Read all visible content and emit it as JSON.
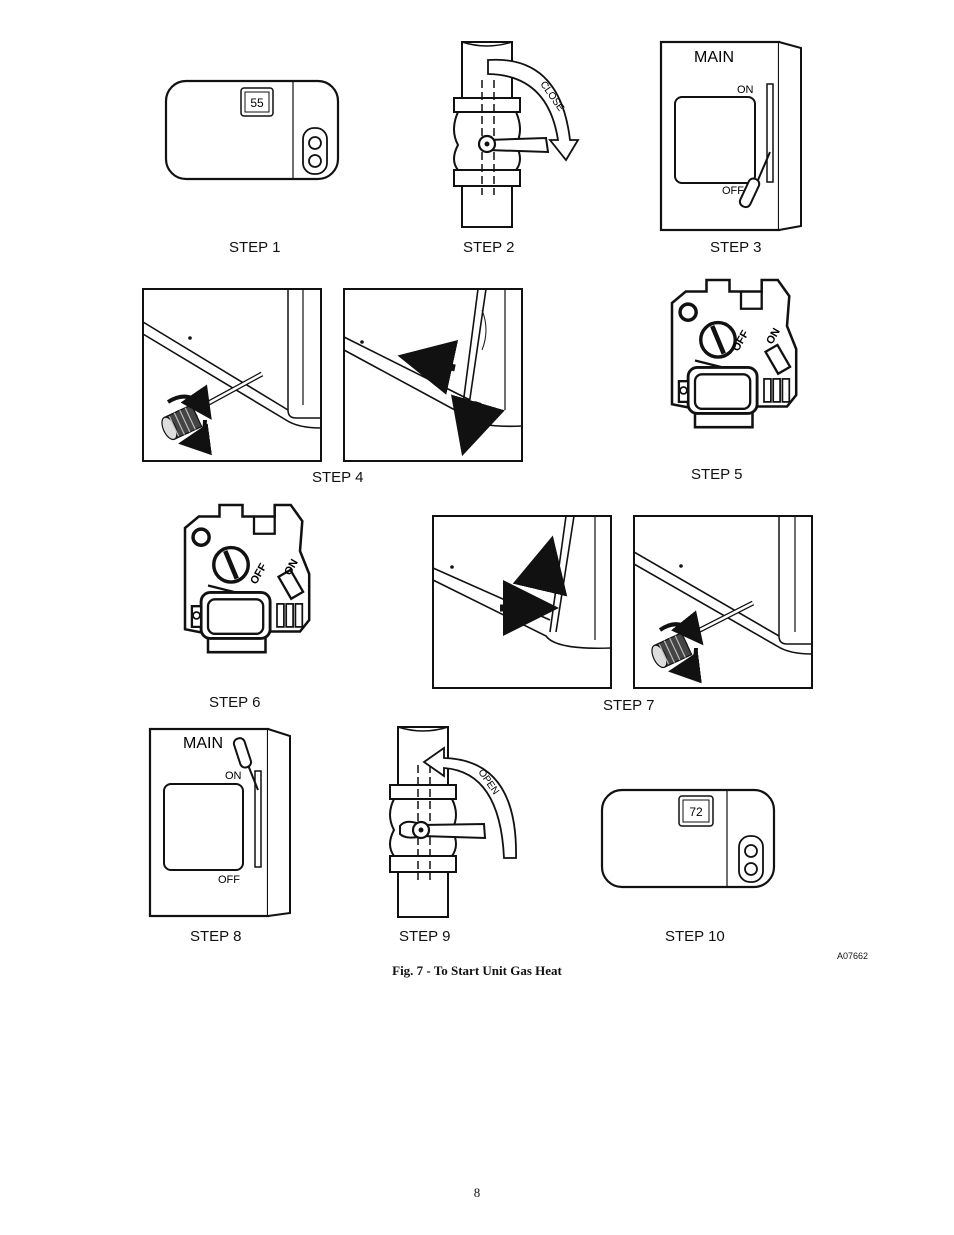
{
  "steps": [
    {
      "label": "STEP 1"
    },
    {
      "label": "STEP 2"
    },
    {
      "label": "STEP 3"
    },
    {
      "label": "STEP 4"
    },
    {
      "label": "STEP 5"
    },
    {
      "label": "STEP 6"
    },
    {
      "label": "STEP 7"
    },
    {
      "label": "STEP 8"
    },
    {
      "label": "STEP 9"
    },
    {
      "label": "STEP 10"
    }
  ],
  "thermostat_start": {
    "setting": "55"
  },
  "thermostat_end": {
    "setting": "72"
  },
  "gas_valve_close": {
    "direction": "CLOSE"
  },
  "gas_valve_open": {
    "direction": "OPEN"
  },
  "main_switch_off": {
    "title": "MAIN",
    "on": "ON",
    "off": "OFF"
  },
  "main_switch_on": {
    "title": "MAIN",
    "on": "ON",
    "off": "OFF"
  },
  "control_valve": {
    "off": "OFF",
    "on": "ON"
  },
  "figure": {
    "code": "A07662",
    "caption": "Fig. 7 - To Start Unit Gas Heat"
  },
  "page_number": "8"
}
